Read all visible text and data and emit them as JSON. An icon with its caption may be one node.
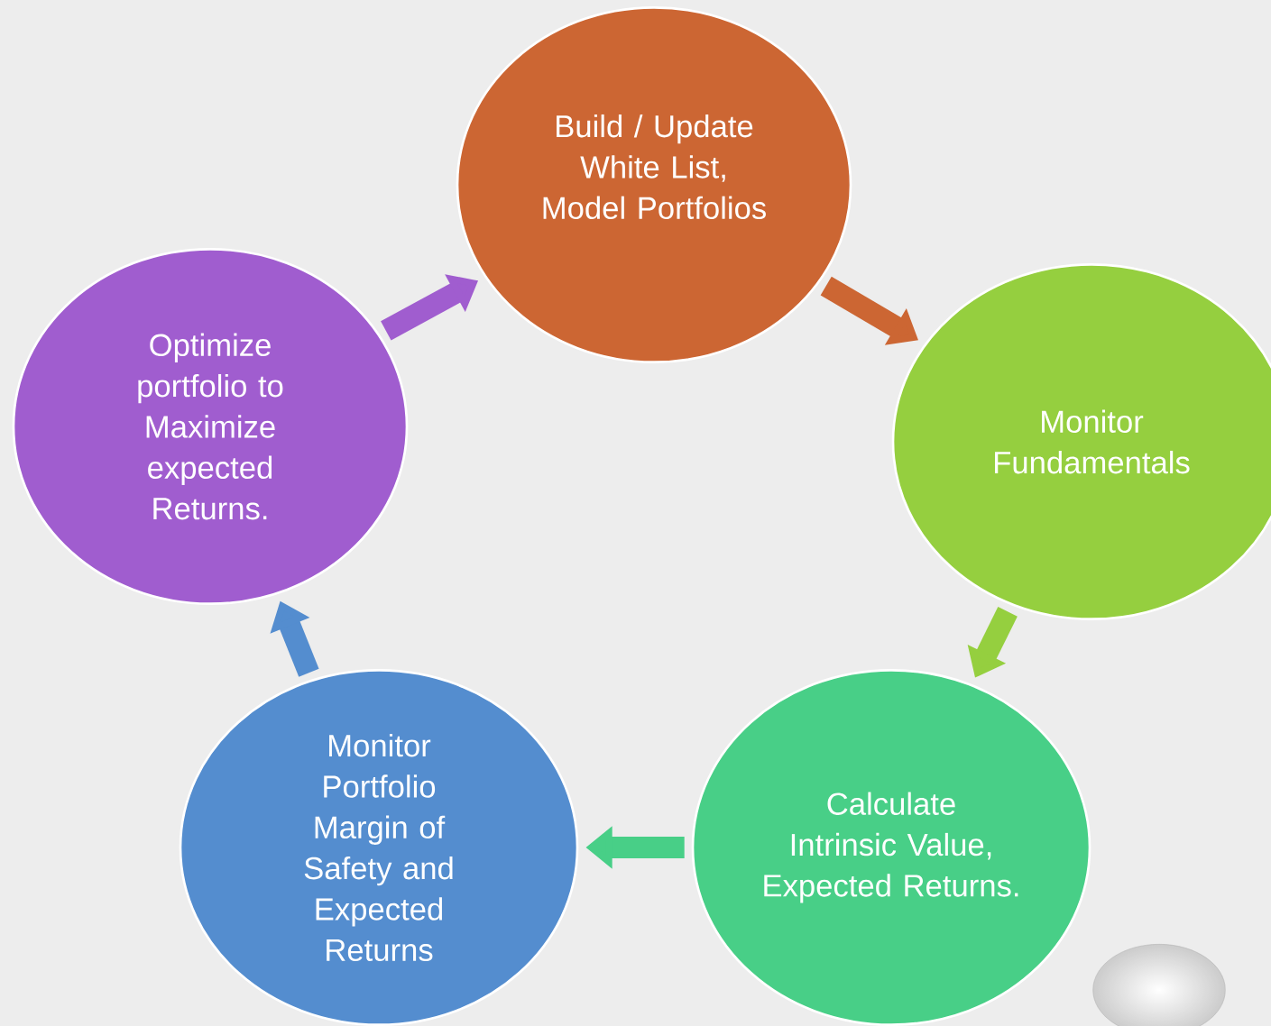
{
  "diagram": {
    "nodes": [
      {
        "text": [
          "Build / Update White List, Model Portfolios"
        ]
      },
      {
        "text": [
          "Monitor Fundamentals"
        ]
      },
      {
        "text": [
          "Calculate Intrinsic Value, Expected Returns."
        ]
      },
      {
        "text": [
          "Monitor Portfolio Margin of Safety and Expected Returns"
        ]
      },
      {
        "text": [
          "Optimize portfolio to Maximize expected Returns."
        ]
      }
    ],
    "edges": [
      {
        "from": 0,
        "to": 1,
        "arrow": "to",
        "color": "#cc6633"
      },
      {
        "from": 1,
        "to": 2,
        "arrow": "to",
        "color": "#95cf3f"
      },
      {
        "from": 2,
        "to": 3,
        "arrow": "to",
        "color": "#48cf87"
      },
      {
        "from": 3,
        "to": 4,
        "arrow": "to",
        "color": "#548dcf"
      },
      {
        "from": 4,
        "to": 0,
        "arrow": "to",
        "color": "#a05dcf"
      }
    ]
  }
}
